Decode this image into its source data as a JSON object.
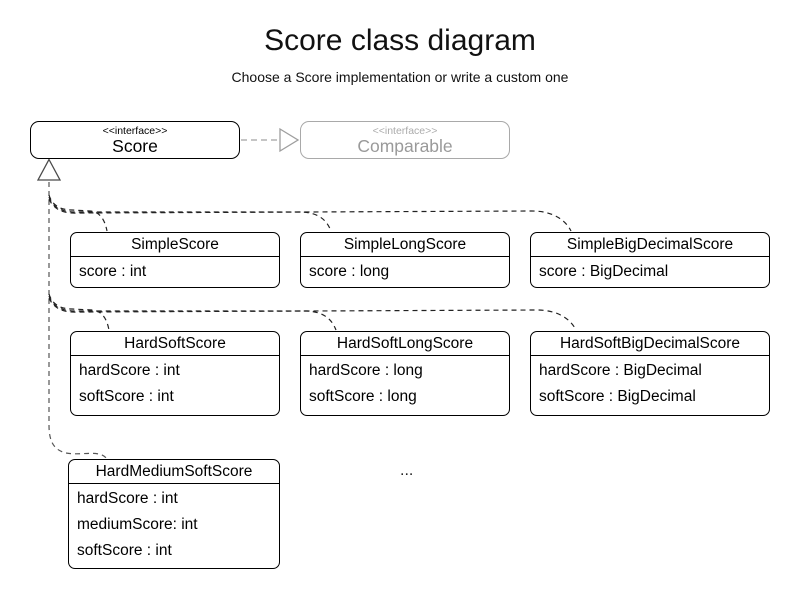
{
  "page": {
    "title": "Score class diagram",
    "subtitle": "Choose a Score implementation or write a custom one",
    "ellipsis": "..."
  },
  "colors": {
    "class_border": "#000000",
    "muted_border": "#a9a9a9",
    "muted_text": "#9a9a9a",
    "connector_dark": "#222222",
    "connector_muted": "#aaaaaa"
  },
  "interfaces": {
    "score": {
      "stereotype": "<<interface>>",
      "name": "Score"
    },
    "comparable": {
      "stereotype": "<<interface>>",
      "name": "Comparable"
    }
  },
  "classes": [
    {
      "name": "SimpleScore",
      "attributes": [
        "score : int"
      ]
    },
    {
      "name": "SimpleLongScore",
      "attributes": [
        "score : long"
      ]
    },
    {
      "name": "SimpleBigDecimalScore",
      "attributes": [
        "score : BigDecimal"
      ]
    },
    {
      "name": "HardSoftScore",
      "attributes": [
        "hardScore : int",
        "softScore : int"
      ]
    },
    {
      "name": "HardSoftLongScore",
      "attributes": [
        "hardScore : long",
        "softScore : long"
      ]
    },
    {
      "name": "HardSoftBigDecimalScore",
      "attributes": [
        "hardScore : BigDecimal",
        "softScore : BigDecimal"
      ]
    },
    {
      "name": "HardMediumSoftScore",
      "attributes": [
        "hardScore : int",
        "mediumScore: int",
        "softScore : int"
      ]
    }
  ]
}
